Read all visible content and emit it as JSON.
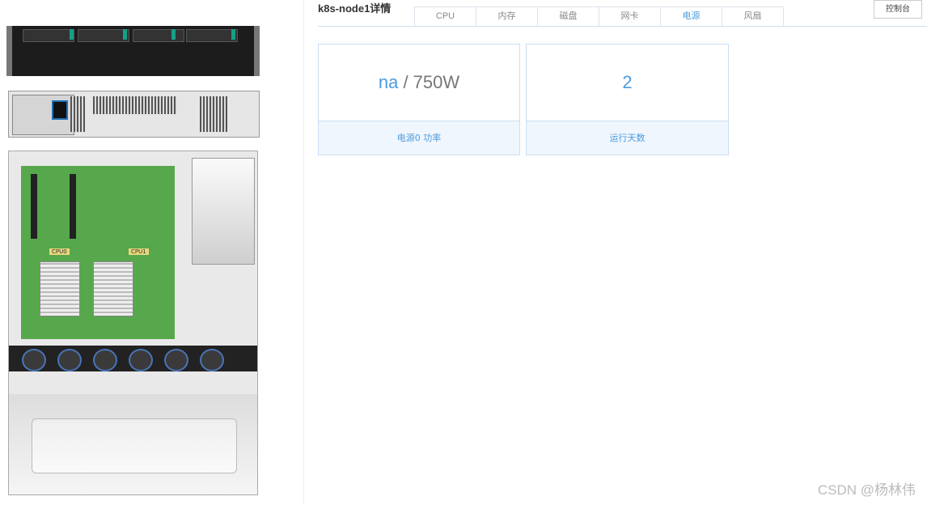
{
  "header": {
    "title": "k8s-node1详情",
    "console_label": "控制台"
  },
  "tabs": [
    {
      "label": "CPU",
      "active": false
    },
    {
      "label": "内存",
      "active": false
    },
    {
      "label": "磁盘",
      "active": false
    },
    {
      "label": "网卡",
      "active": false
    },
    {
      "label": "电源",
      "active": true
    },
    {
      "label": "风扇",
      "active": false
    }
  ],
  "cards": [
    {
      "value_current": "na",
      "separator": " / ",
      "value_max": "750W",
      "label": "电源0 功率"
    },
    {
      "value": "2",
      "label": "运行天数"
    }
  ],
  "server_diagram": {
    "cpu0_label": "CPU0",
    "cpu1_label": "CPU1"
  },
  "watermark": "CSDN @杨林伟",
  "colors": {
    "accent": "#4a9bde",
    "card_footer_bg": "#f0f6fd",
    "card_border": "#c9dff3"
  }
}
